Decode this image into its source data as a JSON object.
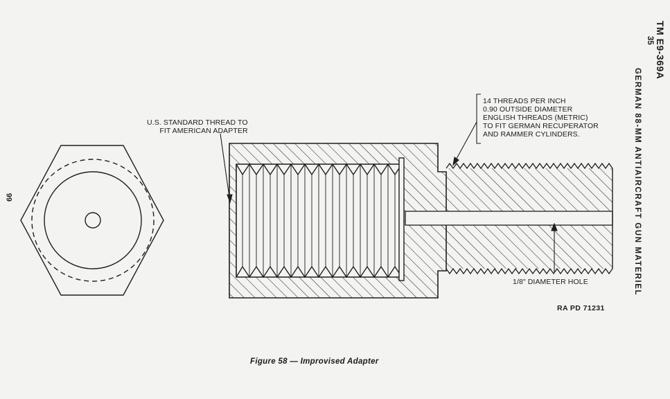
{
  "header": {
    "manual_number": "TM E9-369A",
    "section_number": "35",
    "running_title": "GERMAN 88-MM ANTIAIRCRAFT GUN MATERIEL",
    "page_number": "66"
  },
  "figure": {
    "caption": "Figure 58 — Improvised Adapter",
    "reference": "RA PD 71231",
    "callouts": {
      "us_thread": [
        "U.S. STANDARD THREAD TO",
        "FIT AMERICAN ADAPTER"
      ],
      "german_thread": [
        "14 THREADS PER INCH",
        "0.90 OUTSIDE DIAMETER",
        "ENGLISH THREADS (METRIC)",
        "TO FIT GERMAN RECUPERATOR",
        "AND RAMMER CYLINDERS."
      ],
      "hole": "1/8\" DIAMETER HOLE"
    }
  }
}
